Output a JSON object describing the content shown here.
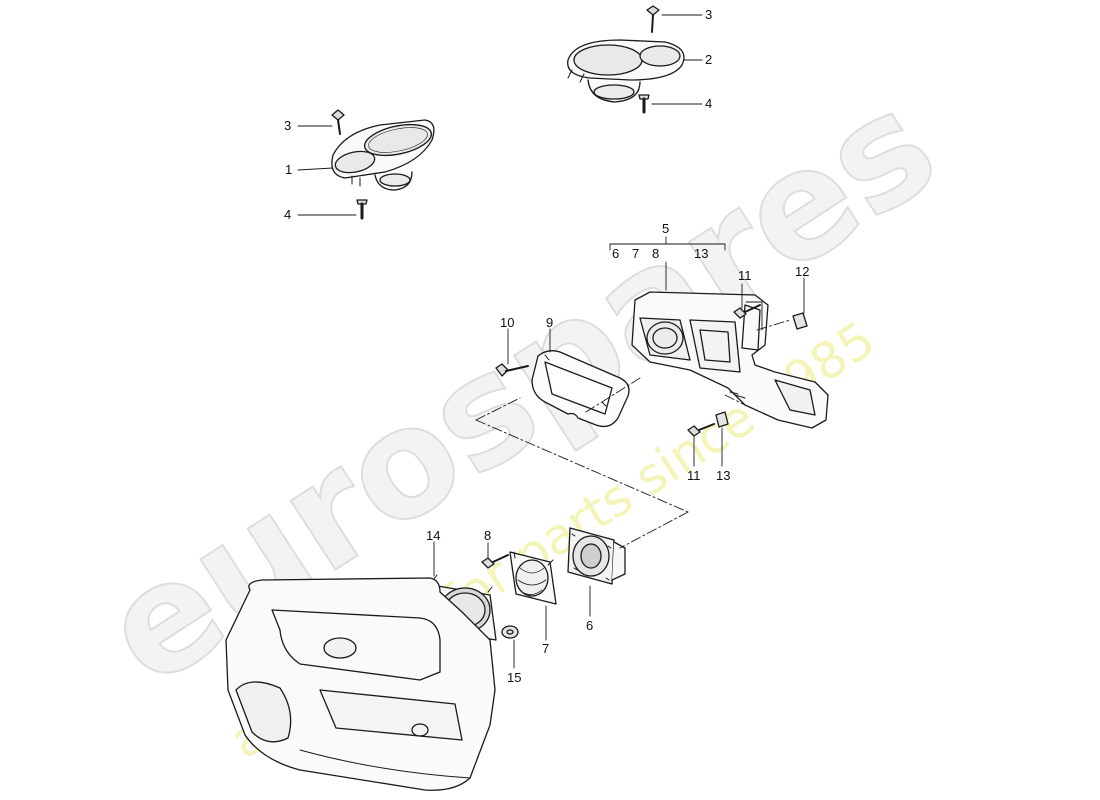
{
  "watermark": {
    "brand": "eurospares",
    "tagline": "a passion for parts since 1985"
  },
  "callouts": [
    {
      "key": "c1",
      "label": "1"
    },
    {
      "key": "c2",
      "label": "2"
    },
    {
      "key": "c3a",
      "label": "3"
    },
    {
      "key": "c3b",
      "label": "3"
    },
    {
      "key": "c4a",
      "label": "4"
    },
    {
      "key": "c4b",
      "label": "4"
    },
    {
      "key": "c5",
      "label": "5"
    },
    {
      "key": "c6",
      "label": "6"
    },
    {
      "key": "c7",
      "label": "7"
    },
    {
      "key": "c8",
      "label": "8"
    },
    {
      "key": "c9",
      "label": "9"
    },
    {
      "key": "c10",
      "label": "10"
    },
    {
      "key": "c11a",
      "label": "11"
    },
    {
      "key": "c11b",
      "label": "11"
    },
    {
      "key": "c12",
      "label": "12"
    },
    {
      "key": "c13",
      "label": "13"
    },
    {
      "key": "c14",
      "label": "14"
    },
    {
      "key": "c15",
      "label": "15"
    }
  ],
  "bracket_5": {
    "items": [
      "6",
      "7",
      "8",
      "13"
    ]
  }
}
